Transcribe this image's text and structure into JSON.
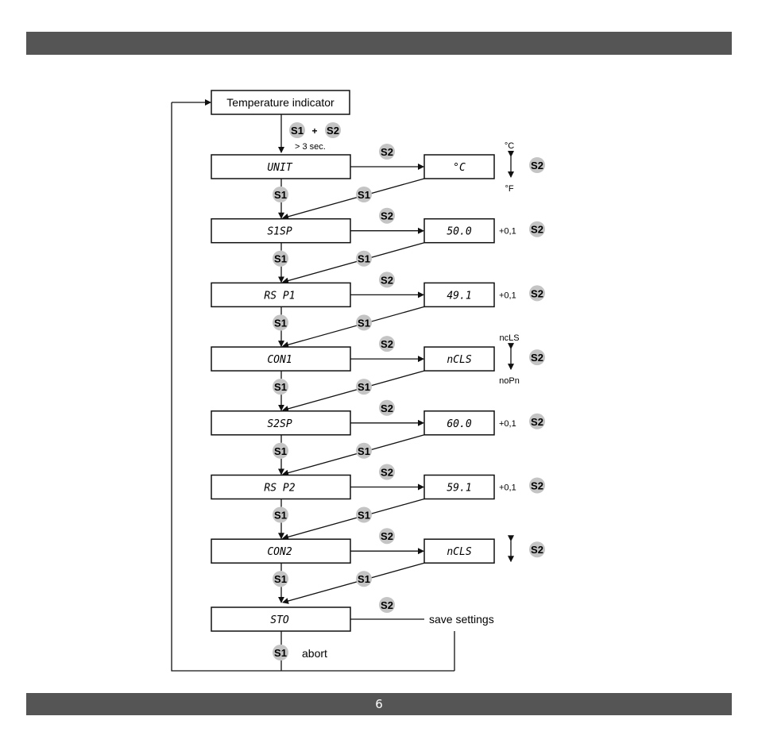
{
  "header_bar_color": "#555555",
  "page_number": "6",
  "diagram": {
    "start_box": "Temperature indicator",
    "entry_key_a": "S1",
    "entry_plus": "+",
    "entry_key_b": "S2",
    "entry_hold": "> 3 sec.",
    "steps": [
      {
        "label": "UNIT",
        "value": "°C",
        "adjust_top": "°C",
        "adjust_bottom": "°F"
      },
      {
        "label": "S1SP",
        "value": "50.0",
        "increment": "+0,1"
      },
      {
        "label": "RS P1",
        "value": "49.1",
        "increment": "+0,1"
      },
      {
        "label": "CON1",
        "value": "nCLS",
        "adjust_top": "ncLS",
        "adjust_bottom": "noPn"
      },
      {
        "label": "S2SP",
        "value": "60.0",
        "increment": "+0,1"
      },
      {
        "label": "RS P2",
        "value": "59.1",
        "increment": "+0,1"
      },
      {
        "label": "CON2",
        "value": "nCLS"
      }
    ],
    "store_box": "STO",
    "save_text": "save settings",
    "abort_text": "abort",
    "key_s1": "S1",
    "key_s2": "S2"
  }
}
